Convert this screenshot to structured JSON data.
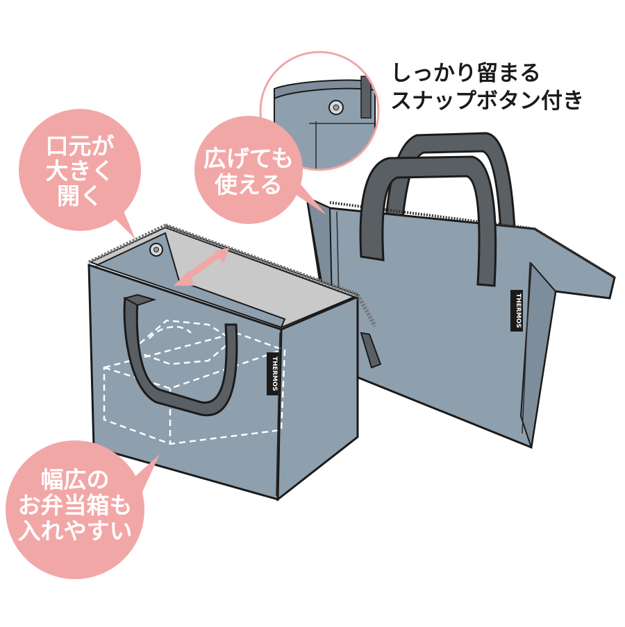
{
  "colors": {
    "bag_fill": "#8e9fae",
    "bag_shade": "#7d8d9b",
    "bag_interior": "#c9c9c9",
    "handle": "#5a5f63",
    "bubble": "#f2a7a7",
    "outline": "#1a1a1a",
    "arrow": "#f2a7a7"
  },
  "callouts": {
    "wide_opening": [
      "口元が",
      "大きく",
      "開く"
    ],
    "usable_open": [
      "広げても",
      "使える"
    ],
    "wide_lunchbox": [
      "幅広の",
      "お弁当箱も",
      "入れやすい"
    ]
  },
  "caption": {
    "line1": "しっかり留まる",
    "line2": "スナップボタン付き"
  },
  "brand": {
    "label_front": "THERMOS",
    "label_back": "THERMOS"
  },
  "icons": {
    "snap_button": "snap-button-icon",
    "double_arrow": "double-arrow-icon"
  }
}
